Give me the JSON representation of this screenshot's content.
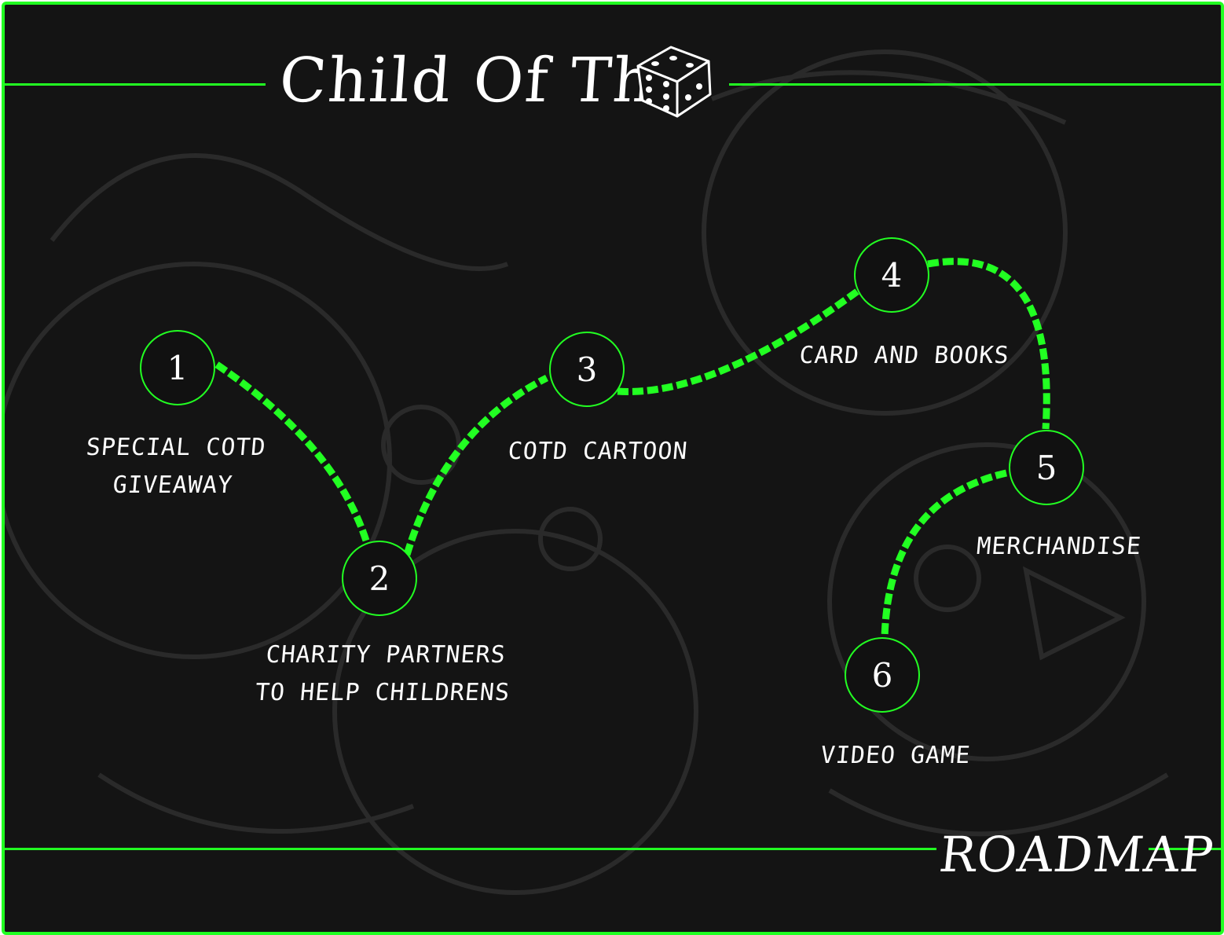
{
  "header": {
    "title": "Child Of The"
  },
  "footer": {
    "title": "ROADMAP"
  },
  "colors": {
    "accent": "#22ff22",
    "background": "#141414",
    "text": "#ffffff"
  },
  "icons": {
    "header_icon": "dice-icon"
  },
  "roadmap": {
    "steps": [
      {
        "number": "1",
        "line1": "SPECIAL COTD",
        "line2": "GIVEAWAY"
      },
      {
        "number": "2",
        "line1": "CHARITY PARTNERS",
        "line2": "TO HELP CHILDRENS"
      },
      {
        "number": "3",
        "line1": "COTD CARTOON"
      },
      {
        "number": "4",
        "line1": "CARD AND BOOKS"
      },
      {
        "number": "5",
        "line1": "MERCHANDISE"
      },
      {
        "number": "6",
        "line1": "VIDEO GAME"
      }
    ]
  }
}
